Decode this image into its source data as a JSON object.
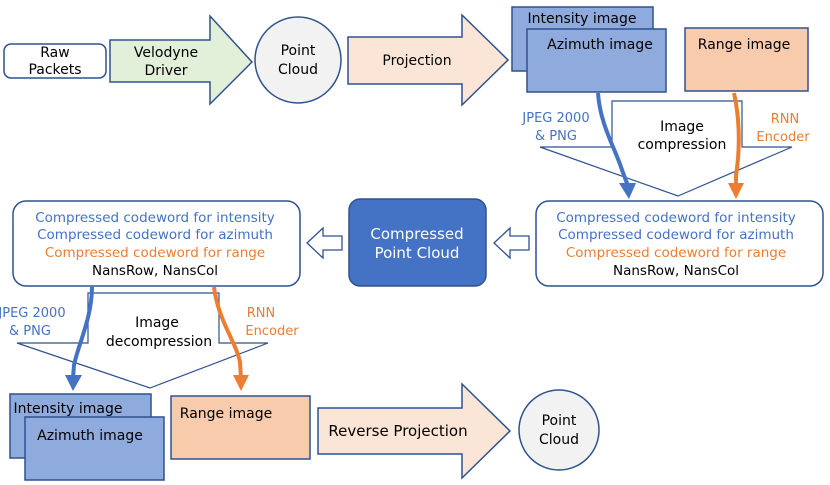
{
  "top_row": {
    "raw_packets": {
      "line1": "Raw",
      "line2": "Packets"
    },
    "velodyne_driver": {
      "line1": "Velodyne",
      "line2": "Driver"
    },
    "point_cloud": {
      "line1": "Point",
      "line2": "Cloud"
    },
    "projection": "Projection",
    "intensity_image": "Intensity image",
    "azimuth_image": "Azimuth image",
    "range_image": "Range image"
  },
  "compression": {
    "codec_blue": {
      "line1": "JPEG 2000",
      "line2": "& PNG"
    },
    "codec_orange": {
      "line1": "RNN",
      "line2": "Encoder"
    },
    "label": {
      "line1": "Image",
      "line2": "compression"
    }
  },
  "codeword_box_right": {
    "intensity": "Compressed codeword for intensity",
    "azimuth": "Compressed codeword for azimuth",
    "range": "Compressed codeword for range",
    "nans": "NansRow, NansCol"
  },
  "compressed_point_cloud": {
    "line1": "Compressed",
    "line2": "Point Cloud"
  },
  "codeword_box_left": {
    "intensity": "Compressed codeword for intensity",
    "azimuth": "Compressed codeword for azimuth",
    "range": "Compressed codeword for range",
    "nans": "NansRow, NansCol"
  },
  "decompression": {
    "codec_blue": {
      "line1": "JPEG 2000",
      "line2": "& PNG"
    },
    "codec_orange": {
      "line1": "RNN",
      "line2": "Encoder"
    },
    "label": {
      "line1": "Image",
      "line2": "decompression"
    }
  },
  "bottom_row": {
    "intensity_image": "Intensity image",
    "azimuth_image": "Azimuth image",
    "range_image": "Range image",
    "reverse_projection": "Reverse Projection",
    "point_cloud": {
      "line1": "Point",
      "line2": "Cloud"
    }
  },
  "colors": {
    "blue_text": "#4472C4",
    "orange_text": "#ED7D31",
    "image_fill": "#8FAADC",
    "range_fill": "#F8CBAD",
    "driver_fill": "#E2F0D9",
    "projection_fill": "#FBE5D6",
    "circle_fill": "#F2F2F2",
    "dark_blue_fill": "#4472C4",
    "outline": "#2F528F"
  }
}
